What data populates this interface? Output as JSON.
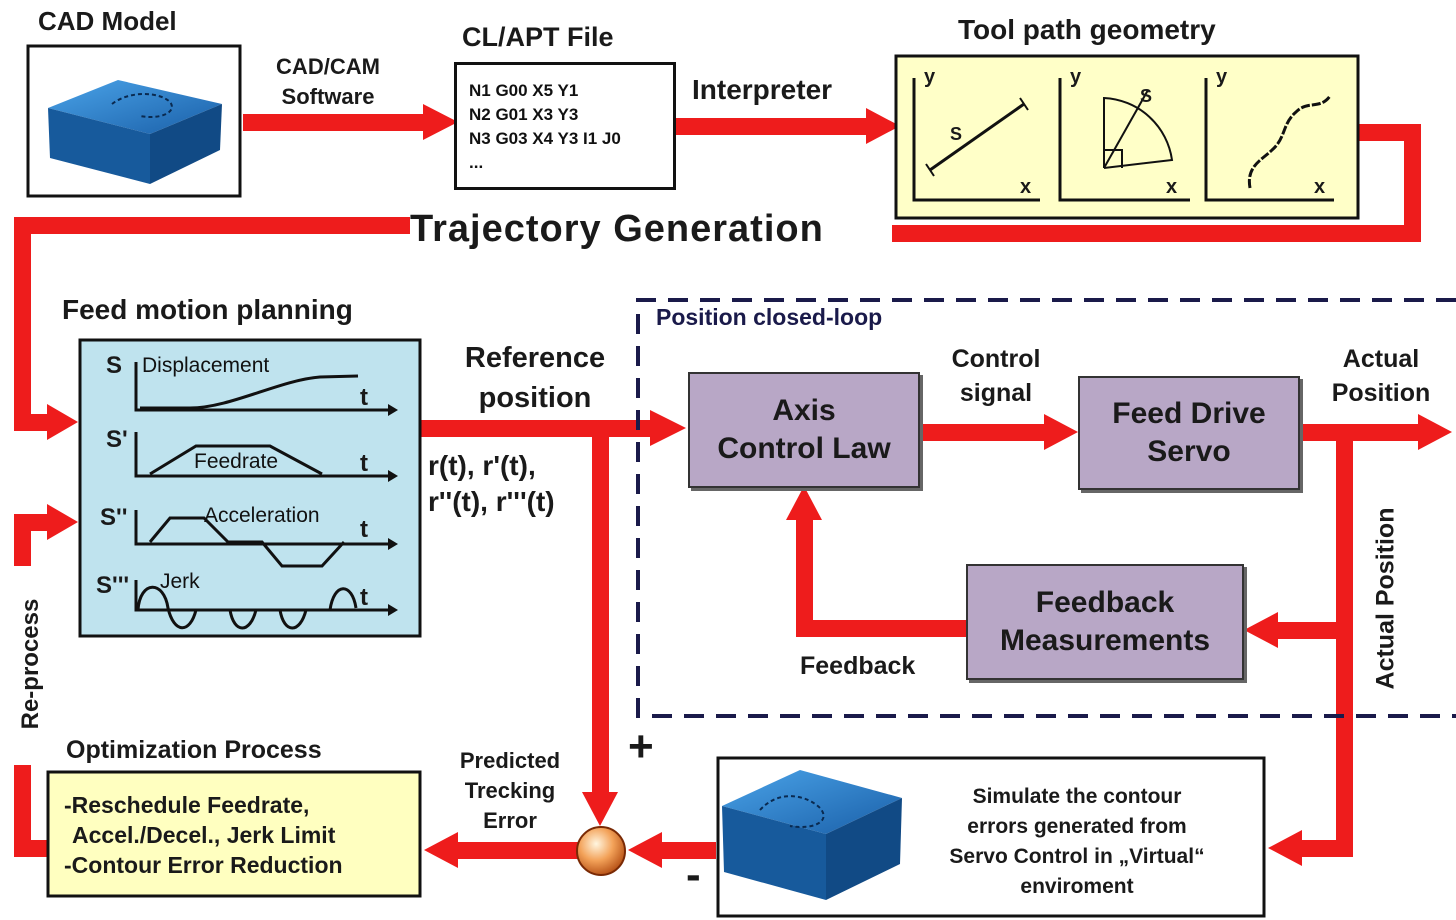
{
  "cad_model": {
    "title": "CAD Model"
  },
  "cad_cam": {
    "line1": "CAD/CAM",
    "line2": "Software"
  },
  "cl_file": {
    "title": "CL/APT File",
    "lines": [
      "N1 G00 X5 Y1",
      "N2 G01 X3 Y3",
      "N3 G03 X4 Y3 I1 J0",
      "..."
    ]
  },
  "interpreter": {
    "label": "Interpreter"
  },
  "tool_path": {
    "title": "Tool path geometry",
    "axis_y": "y",
    "axis_x": "x",
    "arc_label": "S"
  },
  "trajectory": {
    "label": "Trajectory Generation"
  },
  "feed_motion": {
    "title": "Feed motion planning",
    "rows": [
      {
        "symbol": "S",
        "name": "Displacement",
        "t": "t"
      },
      {
        "symbol": "S'",
        "name": "Feedrate",
        "t": "t"
      },
      {
        "symbol": "S''",
        "name": "Acceleration",
        "t": "t"
      },
      {
        "symbol": "S'''",
        "name": "Jerk",
        "t": "t"
      }
    ]
  },
  "reference": {
    "line1": "Reference",
    "line2": "position",
    "deriv1": "r(t), r'(t),",
    "deriv2": "r''(t), r'''(t)"
  },
  "closed_loop": {
    "title": "Position closed-loop"
  },
  "control_law": {
    "line1": "Axis",
    "line2": "Control Law"
  },
  "control_signal": {
    "line1": "Control",
    "line2": "signal"
  },
  "feed_drive": {
    "line1": "Feed Drive",
    "line2": "Servo"
  },
  "actual_position": {
    "line1": "Actual",
    "line2": "Position",
    "vertical": "Actual Position"
  },
  "feedback_meas": {
    "line1": "Feedback",
    "line2": "Measurements"
  },
  "feedback": {
    "label": "Feedback"
  },
  "reprocess": {
    "label": "Re-process"
  },
  "optimization": {
    "title": "Optimization Process",
    "items": [
      "-Reschedule Feedrate,",
      "Accel./Decel., Jerk Limit",
      "-Contour Error Reduction"
    ]
  },
  "predicted": {
    "line1": "Predicted",
    "line2": "Trecking",
    "line3": "Error"
  },
  "plus_sign": "+",
  "minus_sign": "-",
  "simulate": {
    "lines": [
      "Simulate the contour",
      "errors generated from",
      "Servo Control in „Virtual“",
      "enviroment"
    ]
  },
  "colors": {
    "arrow": "#ee1c1c",
    "tool_path_bg": "#ffffc8",
    "feed_motion_bg": "#bfe3ee",
    "opt_bg": "#ffffc0",
    "purple": "#b8a7c6",
    "loop_border": "#1a1a4a",
    "cad_blue": "#1f6fb5"
  }
}
